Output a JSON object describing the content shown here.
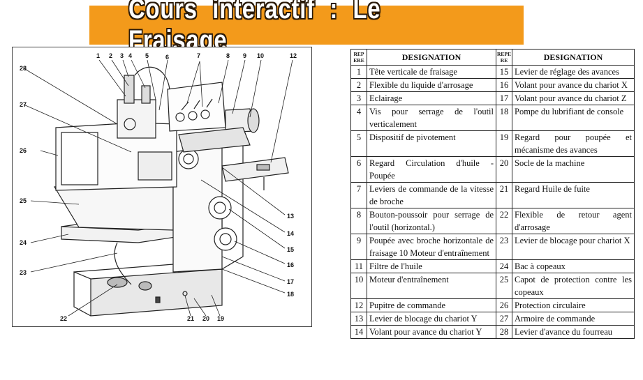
{
  "banner": {
    "title": "Cours interactif : Le Fraisage"
  },
  "figure": {
    "callouts": [
      "1",
      "2",
      "3",
      "4",
      "5",
      "6",
      "7",
      "8",
      "9",
      "10",
      "12",
      "13",
      "14",
      "15",
      "16",
      "17",
      "18",
      "19",
      "20",
      "21",
      "22",
      "23",
      "24",
      "25",
      "26",
      "27",
      "28"
    ]
  },
  "table": {
    "header_rep": "REP ERE",
    "header_rep2": "REPE RE",
    "header_des": "DESIGNATION",
    "rows": [
      {
        "n1": "1",
        "d1": "Tête verticale de fraisage",
        "n2": "15",
        "d2": "Levier de réglage des avances"
      },
      {
        "n1": "2",
        "d1": "Flexible du liquide d'arrosage",
        "n2": "16",
        "d2": "Volant pour avance du chariot X"
      },
      {
        "n1": "3",
        "d1": "Eclairage",
        "n2": "17",
        "d2": "Volant pour avance du chariot Z"
      },
      {
        "n1": "4",
        "d1": "Vis pour serrage de l'outil verticalement",
        "n2": "18",
        "d2": "Pompe du lubrifiant de console"
      },
      {
        "n1": "5",
        "d1": "Dispositif de pivotement",
        "n2": "19",
        "d2": "Regard pour poupée et mécanisme des avances"
      },
      {
        "n1": "6",
        "d1": "Regard Circulation d'huile - Poupée",
        "n2": "20",
        "d2": "Socle de la machine"
      },
      {
        "n1": "7",
        "d1": "Leviers de commande de la vitesse de broche",
        "n2": "21",
        "d2": "Regard Huile de fuite"
      },
      {
        "n1": "8",
        "d1": "Bouton-poussoir pour serrage de l'outil (horizontal.)",
        "n2": "22",
        "d2": "Flexible de retour agent d'arrosage"
      },
      {
        "n1": "9",
        "d1": "Poupée avec broche horizontale de fraisage 10 Moteur d'entraînement",
        "n2": "23",
        "d2": "Levier de blocage pour chariot X"
      },
      {
        "n1": "11",
        "d1": "Filtre de l'huile",
        "n2": "24",
        "d2": "Bac à copeaux"
      },
      {
        "n1": "10",
        "d1": "Moteur d'entraînement",
        "n2": "25",
        "d2": "Capot de protection contre les copeaux"
      },
      {
        "n1": "12",
        "d1": "Pupitre de commande",
        "n2": "26",
        "d2": "Protection circulaire"
      },
      {
        "n1": "13",
        "d1": "Levier de blocage du chariot Y",
        "n2": "27",
        "d2": "Armoire de commande"
      },
      {
        "n1": "14",
        "d1": "Volant pour avance du chariot Y",
        "n2": "28",
        "d2": "Levier d'avance du fourreau"
      }
    ]
  }
}
